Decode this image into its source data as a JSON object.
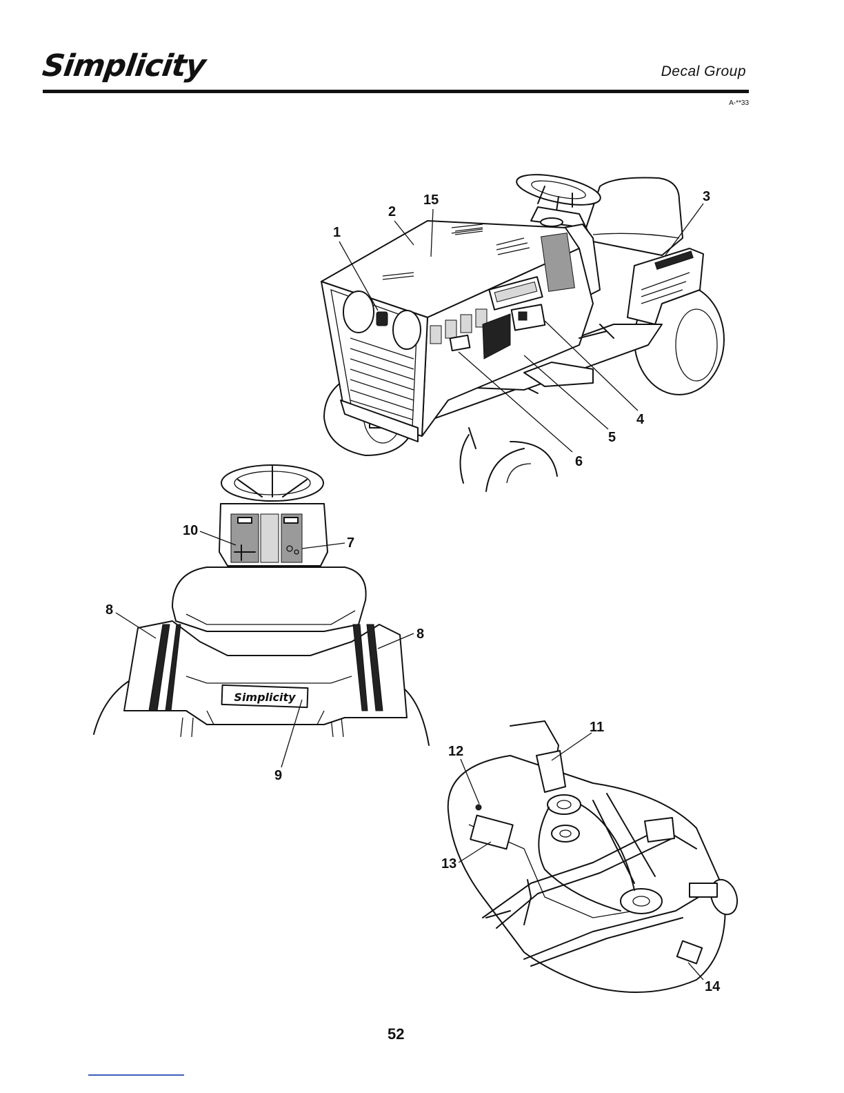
{
  "header": {
    "brand": "Simplicity",
    "section_title": "Decal Group",
    "doc_ref": "A-**33"
  },
  "callouts": {
    "tractor_front": [
      "1",
      "2",
      "15",
      "3",
      "4",
      "5",
      "6"
    ],
    "seat_rear": [
      "10",
      "7",
      "8",
      "8",
      "9"
    ],
    "mower_deck": [
      "11",
      "12",
      "13",
      "14"
    ]
  },
  "seat_logo_text": "Simplicity",
  "footer": {
    "page_number": "52"
  },
  "colors": {
    "ink": "#111111",
    "footer_line": "#3a5dbb"
  }
}
